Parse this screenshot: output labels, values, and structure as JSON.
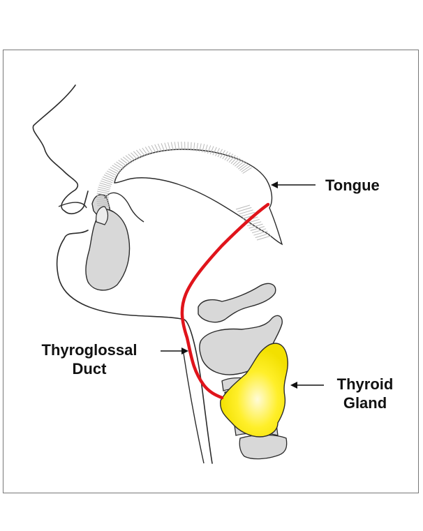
{
  "labels": {
    "tongue": "Tongue",
    "duct": [
      "Thyroglossal",
      "Duct"
    ],
    "thyroid": [
      "Thyroid",
      "Gland"
    ]
  },
  "colors": {
    "duct": "#e0141b",
    "thyroid": "#ffef2a",
    "thyroid_highlight": "#fffbd8",
    "bone": "#d8d8d8",
    "outline": "#2b2b2b",
    "tongue_stripes": "#b9b9b9"
  }
}
